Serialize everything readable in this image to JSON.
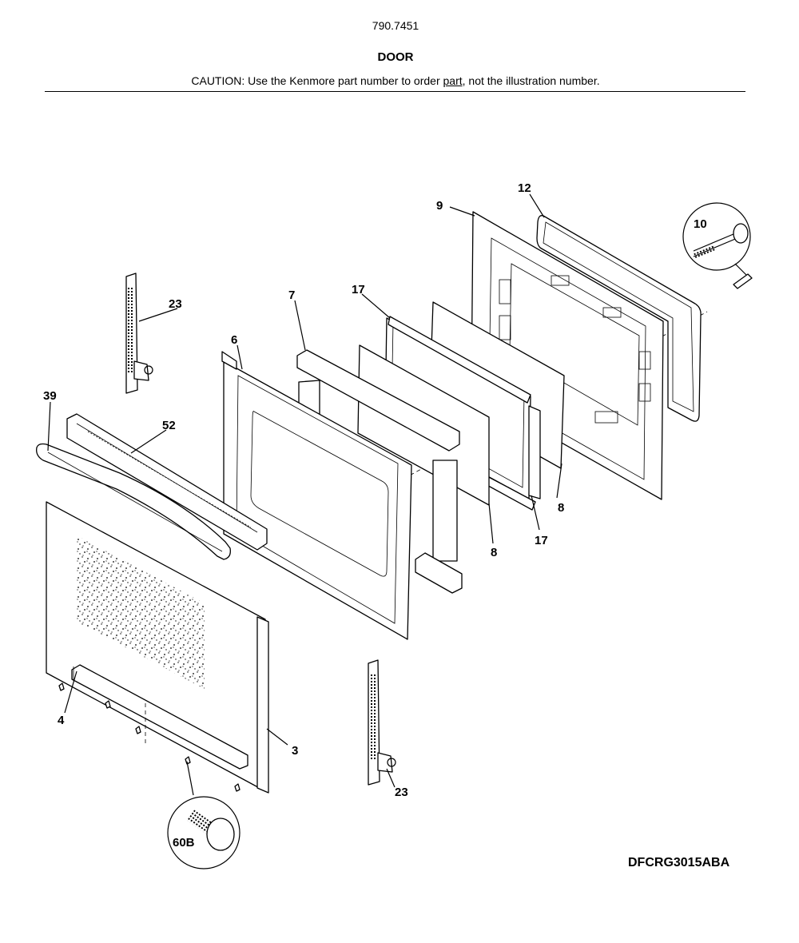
{
  "header": {
    "model_number": "790.7451",
    "section_title": "DOOR",
    "caution_before": "CAUTION: Use the Kenmore part number to order ",
    "caution_link": "part",
    "caution_after": ", not the illustration number."
  },
  "diagram_code": "DFCRG3015ABA",
  "callouts": {
    "c3": "3",
    "c4": "4",
    "c6": "6",
    "c7": "7",
    "c8a": "8",
    "c8b": "8",
    "c9": "9",
    "c10": "10",
    "c12": "12",
    "c17a": "17",
    "c17b": "17",
    "c23a": "23",
    "c23b": "23",
    "c39": "39",
    "c52": "52",
    "c60b": "60B"
  }
}
